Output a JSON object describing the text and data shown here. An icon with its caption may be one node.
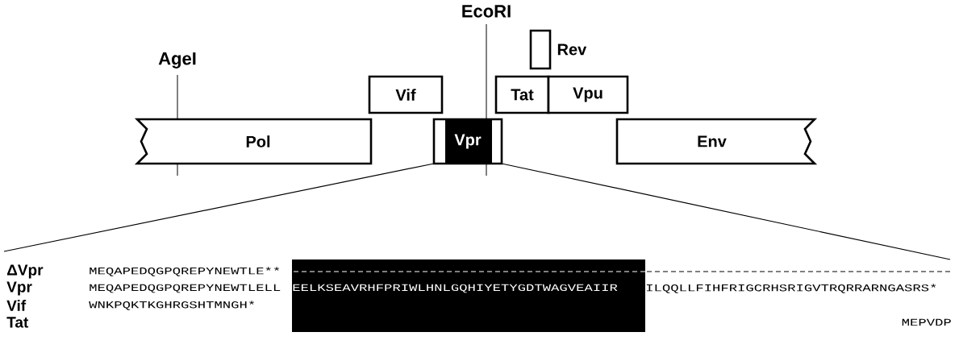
{
  "diagram": {
    "nodes": [
      {
        "text": [
          "Pol"
        ]
      },
      {
        "text": [
          "Vif"
        ]
      },
      {
        "text": [
          "Vpr"
        ]
      },
      {
        "text": [
          "Tat"
        ]
      },
      {
        "text": [
          "Vpu"
        ]
      },
      {
        "text": [
          "Rev"
        ]
      },
      {
        "text": [
          "Env"
        ]
      }
    ],
    "labels": [
      "AgeI",
      "EcoRI",
      "ΔVpr",
      "MEQAPEDQGPQREPYNEWTLE**",
      "Vpr",
      "MEQAPEDQGPQREPYNEWTLELL",
      "EELKSEAVRHFPRIWLHNLGQHIYETYGDTWAGVEAIIR",
      "ILQQLLFIHFRIGCRHSRIGVTRQRRARNGASRS*",
      "Vif",
      "WNKPQKTKGHRGSHTMNGH*",
      "Tat",
      "MEPVDP"
    ]
  }
}
